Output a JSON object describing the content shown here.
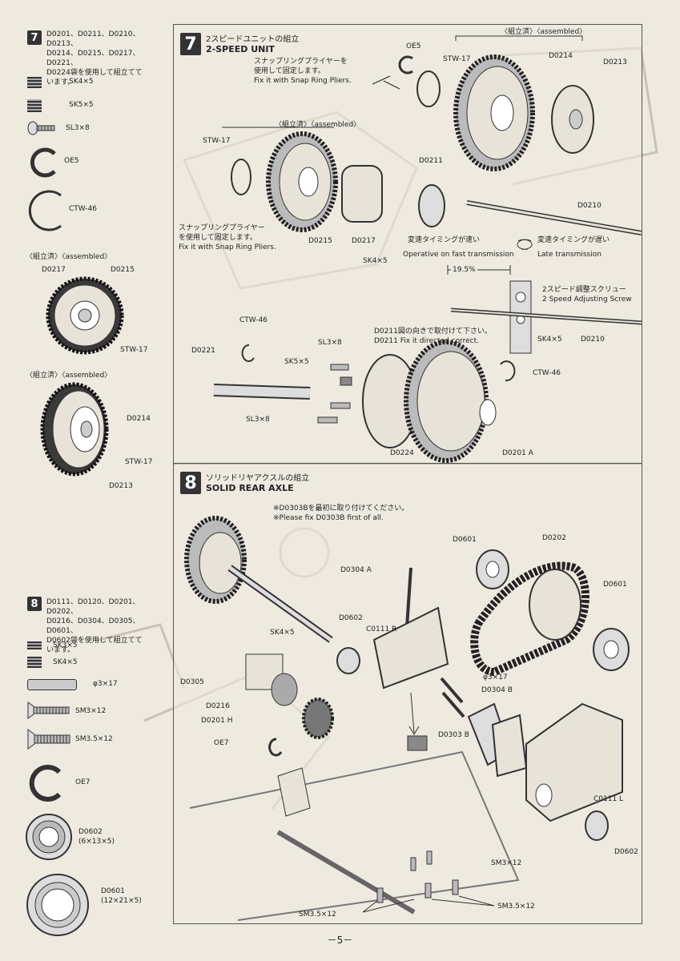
{
  "sidebar7": {
    "number": "7",
    "desc": [
      "D0201、D0211、D0210、D0213、",
      "D0214、D0215、D0217、D0221、",
      "D0224袋を使用して組立てて",
      "います。"
    ],
    "parts": [
      "SK4×5",
      "SK5×5",
      "SL3×8",
      "OE5",
      "CTW-46"
    ],
    "asm1_label": "〈組立済〉〈assembled〉",
    "asm1_parts": [
      "D0217",
      "D0215",
      "STW-17"
    ],
    "asm2_label": "〈組立済〉〈assembled〉",
    "asm2_parts": [
      "D0214",
      "STW-17",
      "D0213"
    ]
  },
  "sidebar8": {
    "number": "8",
    "desc": [
      "D0111、D0120、D0201、D0202、",
      "D0216、D0304、D0305、D0601、",
      "D0602袋を使用して組立てて",
      "います。"
    ],
    "parts": [
      "SK3×5",
      "SK4×5",
      "φ3×17",
      "SM3×12",
      "SM3.5×12",
      "OE7",
      "D0602",
      "(6×13×5)",
      "D0601",
      "(12×21×5)"
    ]
  },
  "step7": {
    "number": "7",
    "title_jp": "2スピードユニットの組立",
    "title_en": "2-SPEED UNIT",
    "note1": [
      "スナップリングプライヤーを",
      "使用して固定します。",
      "Fix it with Snap Ring Pliers."
    ],
    "assembled_top": "〈組立済〉〈assembled〉",
    "assembled_mid": "〈組立済〉〈assembled〉",
    "labels_top": [
      "OE5",
      "STW-17",
      "D0214",
      "D0213"
    ],
    "labels_mid": [
      "STW-17",
      "D0211",
      "D0210",
      "D0215",
      "D0217",
      "SK4×5"
    ],
    "note2": [
      "スナップリングプライヤー",
      "を使用して固定します。",
      "Fix it with Snap Ring Pliers."
    ],
    "timing_slow_jp": "変速タイミングが速い",
    "timing_fast_jp": "変速タイミングが遅い",
    "timing_slow_en": "Operative on fast transmission",
    "timing_fast_en": "Late transmission",
    "pct": "19.5%",
    "screw_jp": "2スピード調整スクリュー",
    "screw_en": "2 Speed Adjusting Screw",
    "dir_jp": "D0211図の向きで取付けて下さい。",
    "dir_en": "D0211 Fix it directed correct.",
    "labels_dir": [
      "SK4×5",
      "D0210"
    ],
    "labels_low": [
      "CTW-46",
      "SL3×8",
      "D0221",
      "SK5×5",
      "CTW-46",
      "SL3×8",
      "D0224",
      "D0201 A"
    ]
  },
  "step8": {
    "number": "8",
    "title_jp": "ソリッドリヤアクスルの組立",
    "title_en": "SOLID REAR AXLE",
    "note_jp": "※D0303Bを最初に取り付けてください。",
    "note_en": "※Please fix D0303B first of all.",
    "labels": [
      "D0601",
      "D0202",
      "D0304 A",
      "D0601",
      "SK4×5",
      "D0602",
      "C0111 R",
      "D0305",
      "φ3×17",
      "D0216",
      "D0304 B",
      "D0201 H",
      "D0303 B",
      "OE7",
      "C0111 L",
      "D0602",
      "SM3×12",
      "SM3.5×12",
      "SM3.5×12"
    ]
  },
  "page_number": "－5－"
}
